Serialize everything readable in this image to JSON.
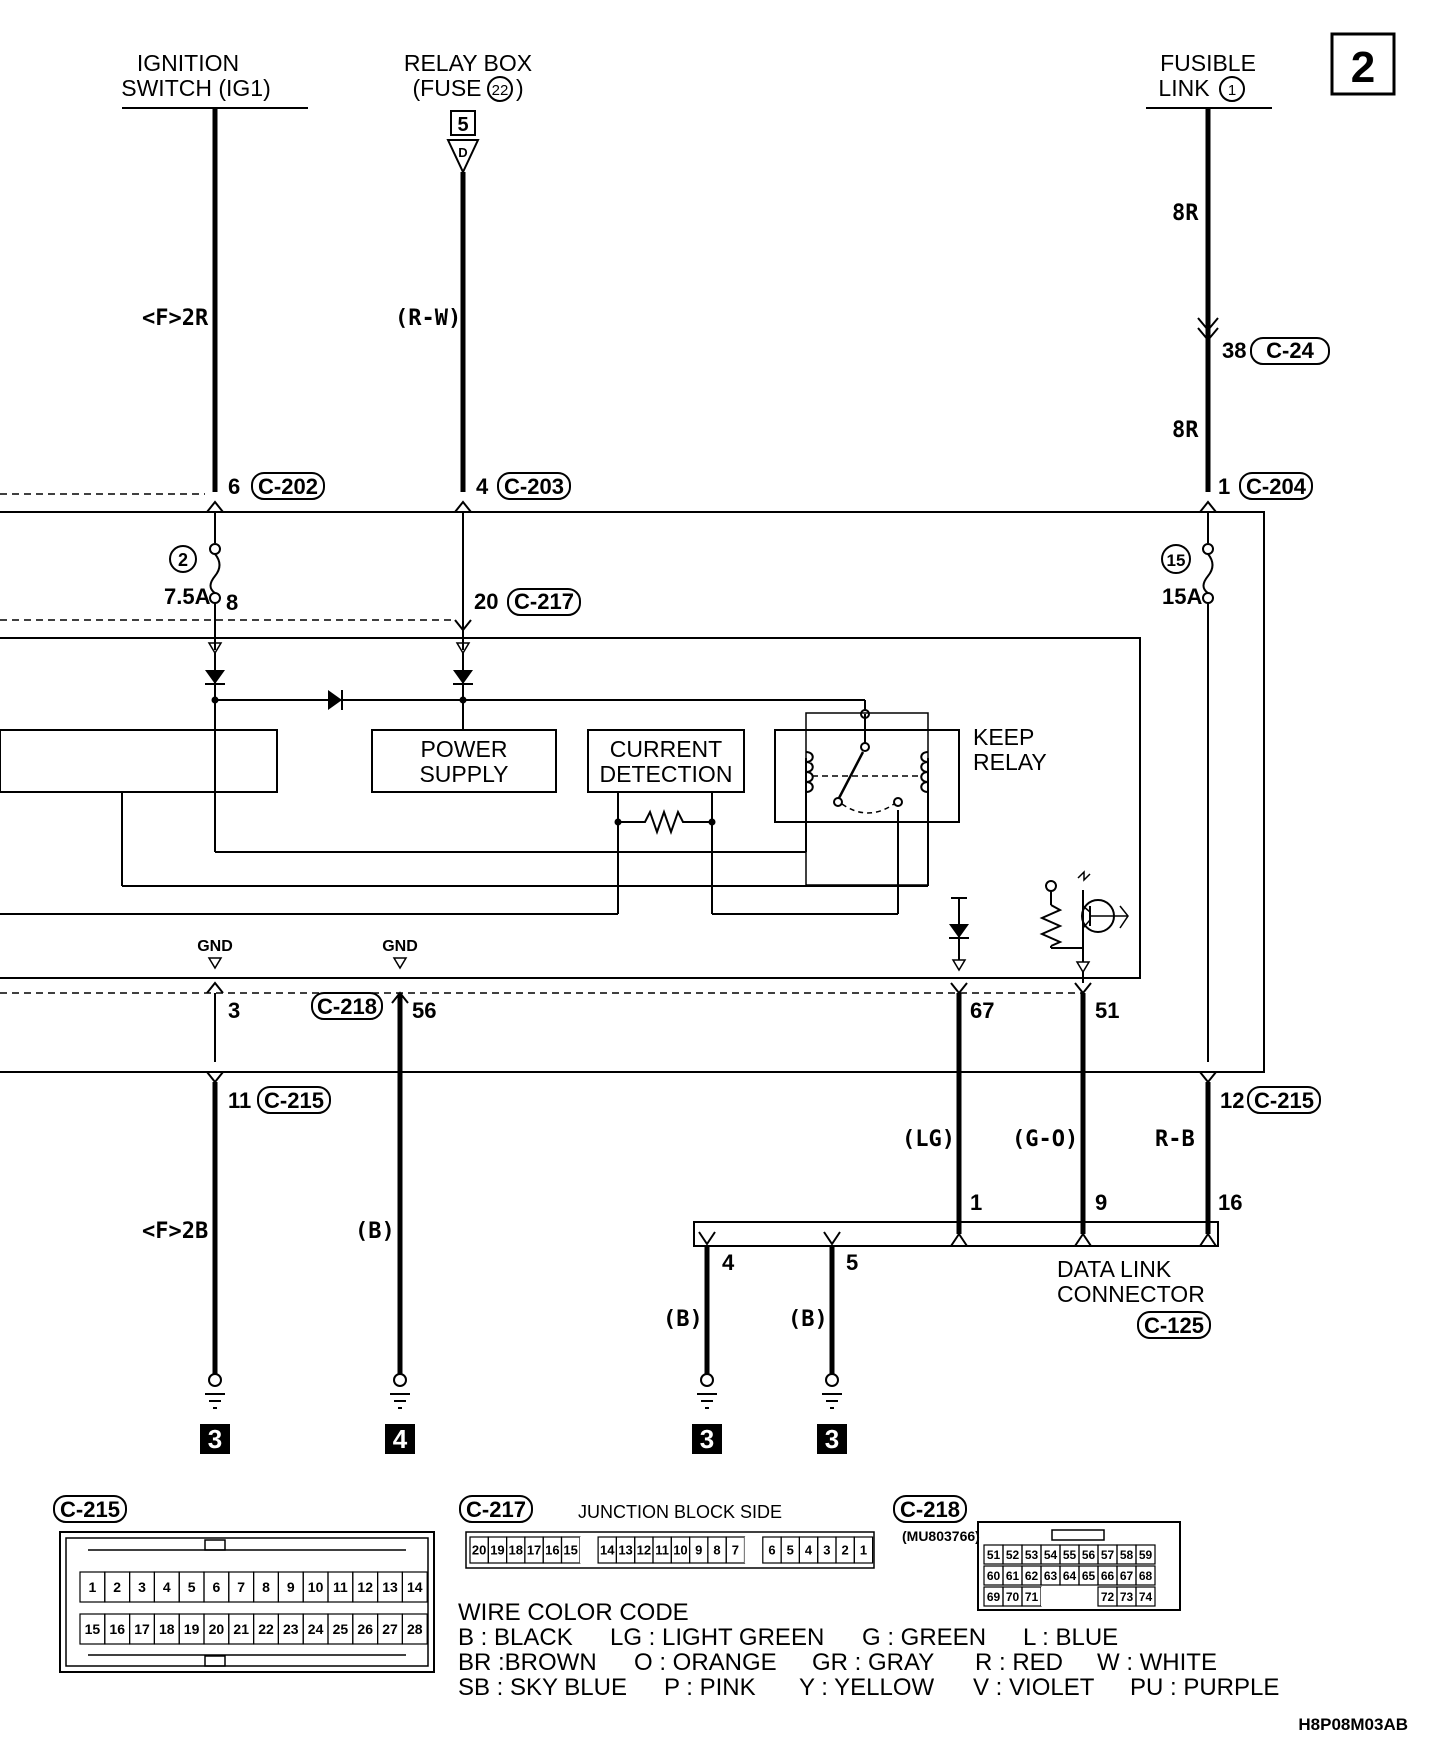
{
  "page_number": "2",
  "drawing_code": "H8P08M03AB",
  "sources": {
    "ignition_switch": {
      "line1": "IGNITION",
      "line2": "SWITCH (IG1)"
    },
    "relay_box": {
      "line1": "RELAY BOX",
      "line2": "(FUSE",
      "fuse_no": "22",
      "line2_end": ")",
      "tag": "5",
      "tag2": "D"
    },
    "fusible_link": {
      "line1": "FUSIBLE",
      "line2": "LINK",
      "no": "1"
    }
  },
  "wires": {
    "ig_upper": "<F>2R",
    "relay_upper": "(R-W)",
    "fusible_top": "8R",
    "fusible_mid": "8R",
    "ig_lower": "<F>2B",
    "gnd56_lower": "(B)",
    "lg": "(LG)",
    "go": "(G-O)",
    "rb": "R-B",
    "dlc4": "(B)",
    "dlc5": "(B)"
  },
  "pins": {
    "c24_pin": "38",
    "c24": "C-24",
    "c202_pin": "6",
    "c202": "C-202",
    "c203_pin": "4",
    "c203": "C-203",
    "c204_pin": "1",
    "c204": "C-204",
    "fuse2_no": "2",
    "fuse2_amp": "7.5A",
    "fuse2_out": "8",
    "c217_pin": "20",
    "c217": "C-217",
    "fuse15_no": "15",
    "fuse15_amp": "15A",
    "gnd_a": "GND",
    "gnd_b": "GND",
    "p3": "3",
    "c218": "C-218",
    "p56": "56",
    "p67": "67",
    "p51": "51",
    "c215_pin11": "11",
    "c215a": "C-215",
    "c215_pin12": "12",
    "c215b": "C-215",
    "dlc1": "1",
    "dlc9": "9",
    "dlc16": "16",
    "dlc4": "4",
    "dlc5": "5"
  },
  "blocks": {
    "power_supply": {
      "line1": "POWER",
      "line2": "SUPPLY"
    },
    "current_detection": {
      "line1": "CURRENT",
      "line2": "DETECTION"
    },
    "keep_relay": {
      "line1": "KEEP",
      "line2": "RELAY"
    },
    "dlc": {
      "line1": "DATA LINK",
      "line2": "CONNECTOR",
      "code": "C-125"
    }
  },
  "ground_refs": {
    "g1": "3",
    "g2": "4",
    "g3": "3",
    "g4": "3"
  },
  "connectors": {
    "c215": {
      "code": "C-215",
      "row1": [
        "1",
        "2",
        "3",
        "4",
        "5",
        "6",
        "7",
        "8",
        "9",
        "10",
        "11",
        "12",
        "13",
        "14"
      ],
      "row2": [
        "15",
        "16",
        "17",
        "18",
        "19",
        "20",
        "21",
        "22",
        "23",
        "24",
        "25",
        "26",
        "27",
        "28"
      ]
    },
    "c217": {
      "code": "C-217",
      "caption": "JUNCTION BLOCK SIDE",
      "cells": [
        "20",
        "19",
        "18",
        "17",
        "16",
        "15",
        "",
        "14",
        "13",
        "12",
        "11",
        "10",
        "9",
        "8",
        "7",
        "",
        "6",
        "5",
        "4",
        "3",
        "2",
        "1"
      ]
    },
    "c218": {
      "code": "C-218",
      "part": "(MU803766)",
      "row1": [
        "51",
        "52",
        "53",
        "54",
        "55",
        "56",
        "57",
        "58",
        "59"
      ],
      "row2": [
        "60",
        "61",
        "62",
        "63",
        "64",
        "65",
        "66",
        "67",
        "68"
      ],
      "row3": [
        "69",
        "70",
        "71",
        "",
        "",
        "",
        "72",
        "73",
        "74"
      ]
    }
  },
  "legend": {
    "title": "WIRE COLOR CODE",
    "line1": [
      "B : BLACK",
      "LG : LIGHT GREEN",
      "G : GREEN",
      "L : BLUE"
    ],
    "line2": [
      "BR :BROWN",
      "O : ORANGE",
      "GR : GRAY",
      "R : RED",
      "W : WHITE"
    ],
    "line3": [
      "SB : SKY BLUE",
      "P : PINK",
      "Y : YELLOW",
      "V : VIOLET",
      "PU : PURPLE"
    ]
  }
}
